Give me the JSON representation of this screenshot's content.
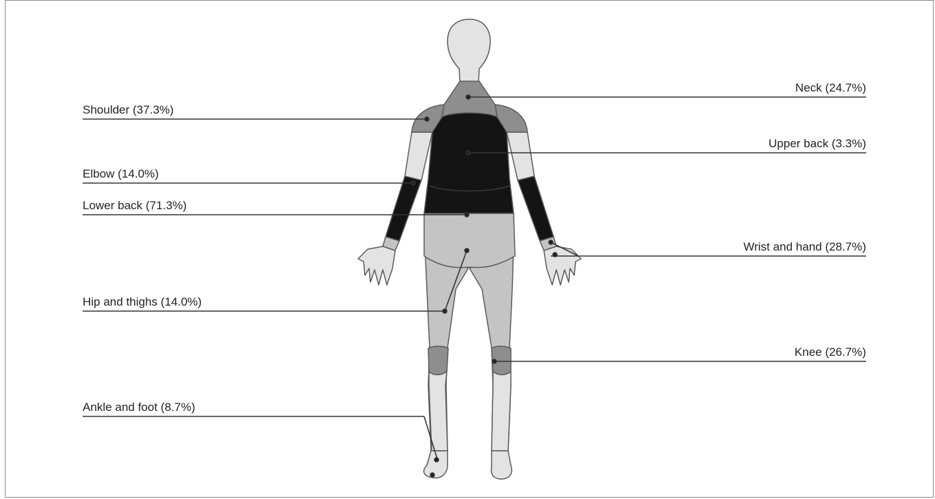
{
  "colors": {
    "skin": "#e3e3e3",
    "light": "#c4c4c4",
    "medium": "#8e8e8e",
    "dark": "#141414",
    "outline": "#5a5a5a",
    "leader": "#333333"
  },
  "regions": [
    {
      "id": "shoulder",
      "label": "Shoulder (37.3%)",
      "percent": 37.3,
      "side": "left"
    },
    {
      "id": "elbow",
      "label": "Elbow (14.0%)",
      "percent": 14.0,
      "side": "left"
    },
    {
      "id": "lower-back",
      "label": "Lower back (71.3%)",
      "percent": 71.3,
      "side": "left"
    },
    {
      "id": "hip-thighs",
      "label": "Hip and thighs (14.0%)",
      "percent": 14.0,
      "side": "left"
    },
    {
      "id": "ankle-foot",
      "label": "Ankle and foot (8.7%)",
      "percent": 8.7,
      "side": "left"
    },
    {
      "id": "neck",
      "label": "Neck (24.7%)",
      "percent": 24.7,
      "side": "right"
    },
    {
      "id": "upper-back",
      "label": "Upper back (3.3%)",
      "percent": 3.3,
      "side": "right"
    },
    {
      "id": "wrist-hand",
      "label": "Wrist and hand (28.7%)",
      "percent": 28.7,
      "side": "right"
    },
    {
      "id": "knee",
      "label": "Knee (26.7%)",
      "percent": 26.7,
      "side": "right"
    }
  ]
}
